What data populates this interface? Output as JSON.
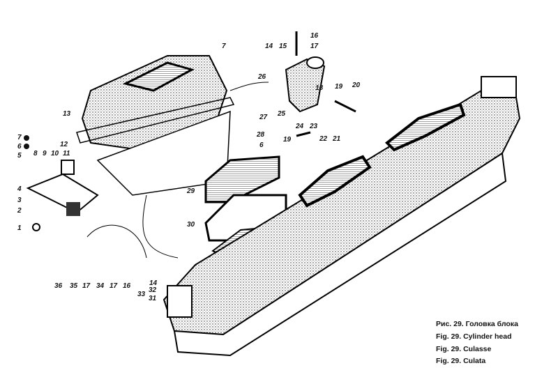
{
  "caption": {
    "ru": "Рис. 29. Головка блока",
    "en": "Fig. 29. Cylinder head",
    "fr": "Fig. 29. Culasse",
    "it": "Fig. 29. Culata"
  },
  "callouts": [
    "1",
    "2",
    "3",
    "4",
    "5",
    "6",
    "7",
    "8",
    "9",
    "10",
    "11",
    "12",
    "13",
    "14",
    "15",
    "16",
    "17",
    "18",
    "19",
    "20",
    "21",
    "22",
    "23",
    "24",
    "25",
    "26",
    "27",
    "28",
    "6",
    "7",
    "19",
    "29",
    "30",
    "31",
    "32",
    "33",
    "34",
    "35",
    "36",
    "17",
    "16",
    "17",
    "14"
  ]
}
